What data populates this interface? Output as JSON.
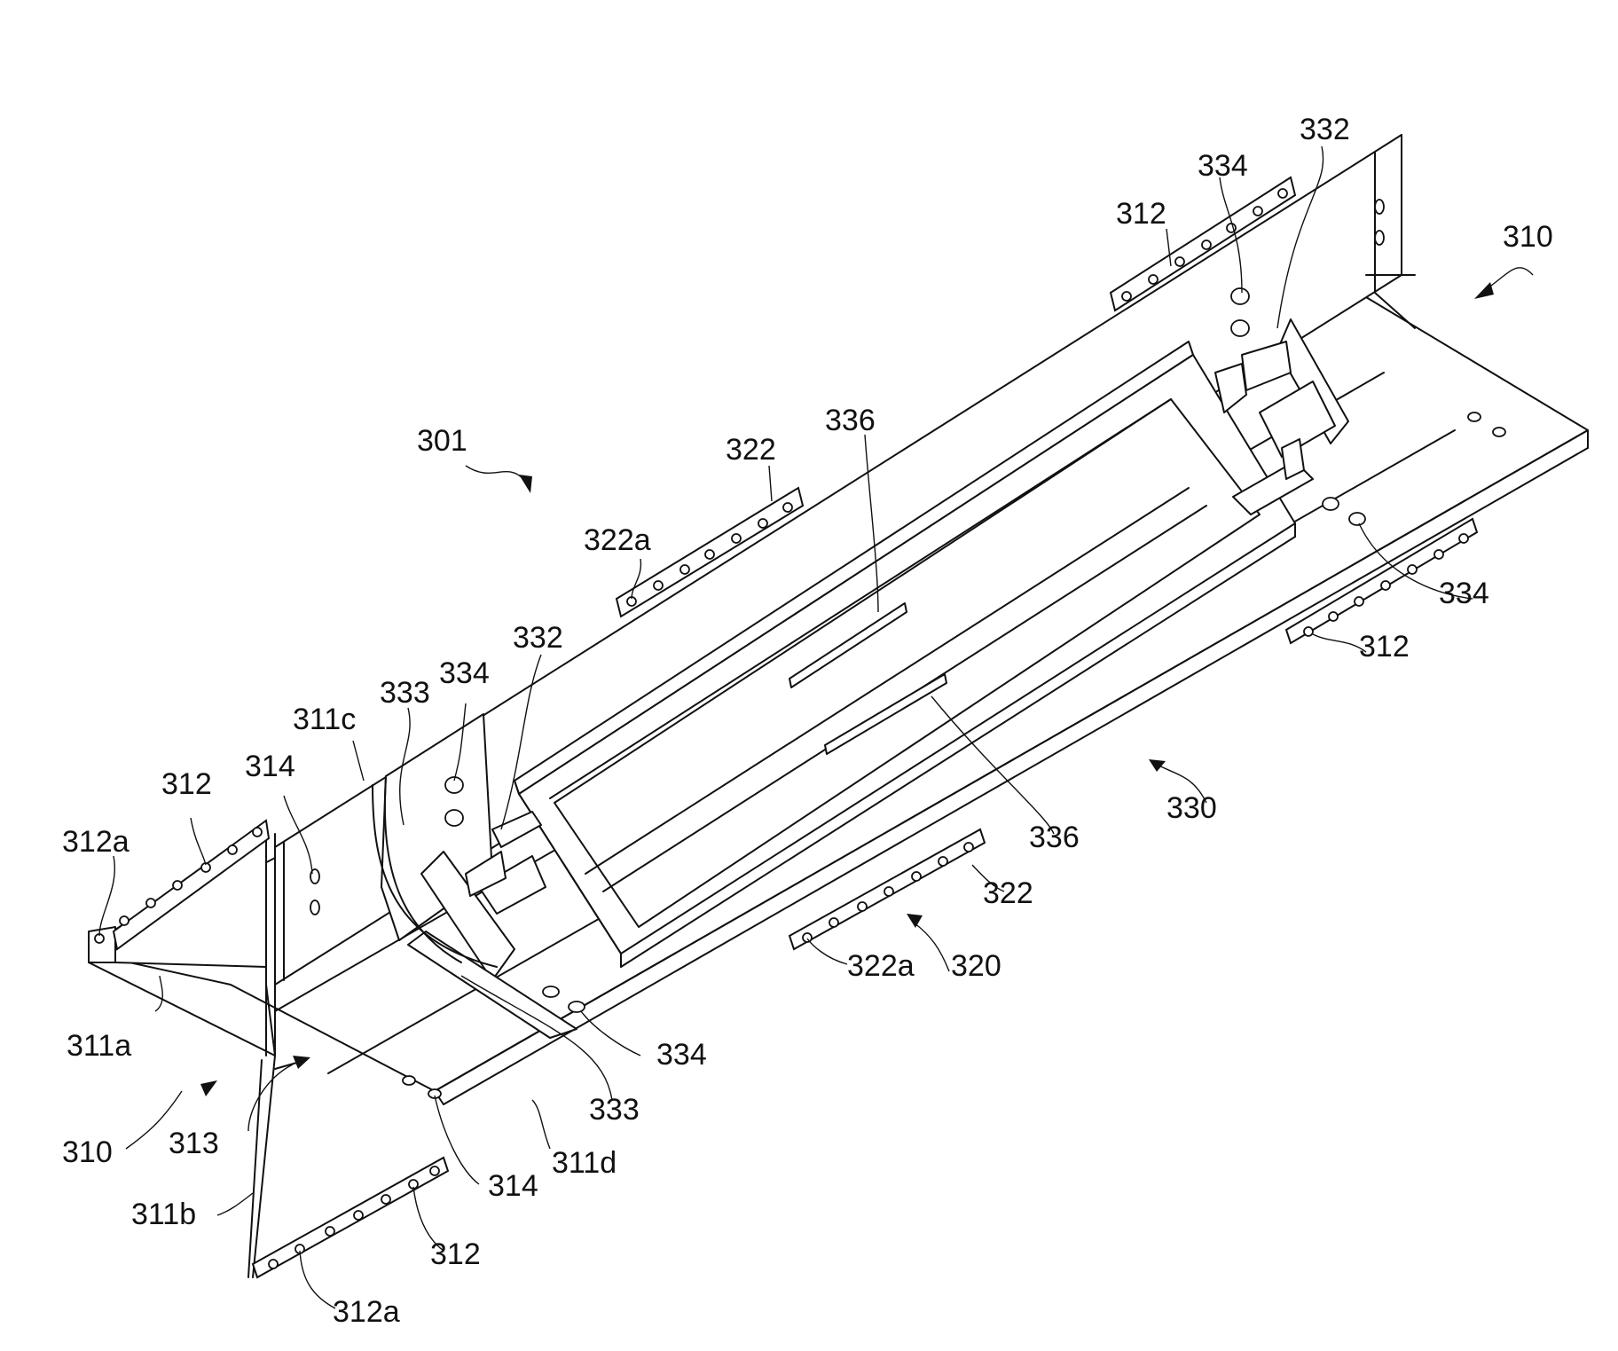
{
  "figure": {
    "labels": {
      "l_310_top": "310",
      "l_301": "301",
      "l_332_top": "332",
      "l_334_top": "334",
      "l_312_top": "312",
      "l_336_top": "336",
      "l_322_top": "322",
      "l_322a_top": "322a",
      "l_332_left": "332",
      "l_334_left": "334",
      "l_333_left": "333",
      "l_311c": "311c",
      "l_314_top": "314",
      "l_312_left": "312",
      "l_312a_left": "312a",
      "l_334_right": "334",
      "l_312_right": "312",
      "l_336_mid": "336",
      "l_330": "330",
      "l_322_bottom": "322",
      "l_320": "320",
      "l_322a_bottom": "322a",
      "l_334_bottom": "334",
      "l_333_bottom": "333",
      "l_311a": "311a",
      "l_310_bottom": "310",
      "l_313": "313",
      "l_314_bottom": "314",
      "l_311d": "311d",
      "l_311b": "311b",
      "l_312_bottom": "312",
      "l_312a_bottom": "312a"
    }
  }
}
